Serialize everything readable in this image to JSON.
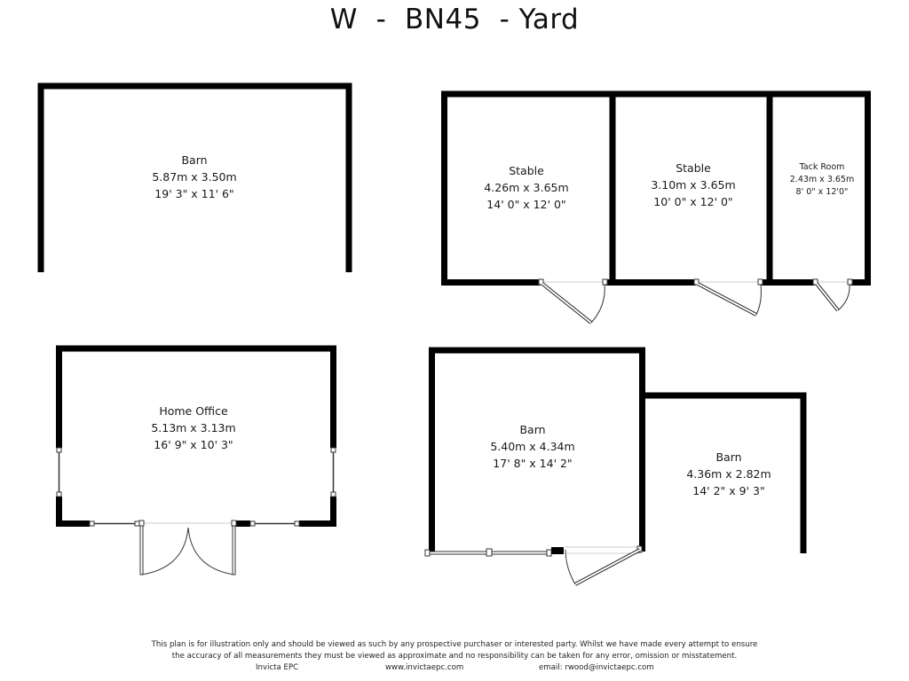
{
  "title": "W  -  BN45  - Yard",
  "rooms": [
    {
      "id": "barn-top-left",
      "name": "Barn",
      "metric": "5.87m x 3.50m",
      "imperial": "19' 3\" x 11' 6\""
    },
    {
      "id": "stable-1",
      "name": "Stable",
      "metric": "4.26m x 3.65m",
      "imperial": "14' 0\" x 12' 0\""
    },
    {
      "id": "stable-2",
      "name": "Stable",
      "metric": "3.10m x 3.65m",
      "imperial": "10' 0\" x 12' 0\""
    },
    {
      "id": "tack-room",
      "name": "Tack Room",
      "metric": "2.43m x 3.65m",
      "imperial": "8' 0\" x 12'0\""
    },
    {
      "id": "home-office",
      "name": "Home Office",
      "metric": "5.13m x 3.13m",
      "imperial": "16' 9\" x 10' 3\""
    },
    {
      "id": "barn-bottom-middle",
      "name": "Barn",
      "metric": "5.40m x 4.34m",
      "imperial": "17' 8\" x 14' 2\""
    },
    {
      "id": "barn-bottom-right",
      "name": "Barn",
      "metric": "4.36m x 2.82m",
      "imperial": "14' 2\" x 9' 3\""
    }
  ],
  "footer": {
    "disclaimer_line1": "This plan is for illustration only and should be viewed as such by any prospective purchaser or interested party. Whilst we have made every attempt to ensure",
    "disclaimer_line2": "the accuracy of all measurements they must be viewed as approximate and no responsibility can be taken for any error, omission or misstatement.",
    "company": "Invicta EPC",
    "website": "www.invictaepc.com",
    "email": "email: rwood@invictaepc.com"
  },
  "colors": {
    "wall": "#000000",
    "background": "#ffffff",
    "text": "#1a1a1a"
  }
}
